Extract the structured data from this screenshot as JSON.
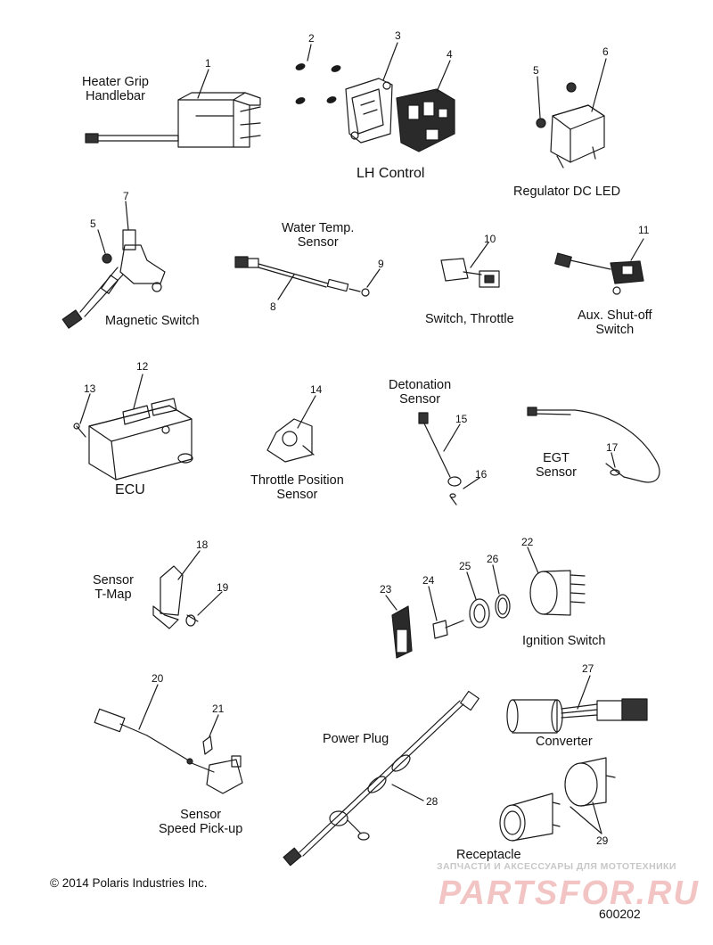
{
  "labels": {
    "heater_grip": "Heater Grip\nHandlebar",
    "lh_control": "LH Control",
    "regulator": "Regulator DC LED",
    "water_temp": "Water Temp.\nSensor",
    "magnetic_switch": "Magnetic Switch",
    "switch_throttle": "Switch, Throttle",
    "aux_shutoff": "Aux. Shut-off\nSwitch",
    "detonation": "Detonation\nSensor",
    "ecu": "ECU",
    "tps": "Throttle Position\nSensor",
    "egt": "EGT\nSensor",
    "tmap": "Sensor\nT-Map",
    "ignition_switch": "Ignition Switch",
    "power_plug": "Power Plug",
    "converter": "Converter",
    "speed_pickup": "Sensor\nSpeed Pick-up",
    "receptacle": "Receptacle"
  },
  "callouts": {
    "n1": "1",
    "n2": "2",
    "n3": "3",
    "n4": "4",
    "n5a": "5",
    "n5b": "5",
    "n6": "6",
    "n7": "7",
    "n8": "8",
    "n9": "9",
    "n10": "10",
    "n11": "11",
    "n12": "12",
    "n13": "13",
    "n14": "14",
    "n15": "15",
    "n16": "16",
    "n17": "17",
    "n18": "18",
    "n19": "19",
    "n20": "20",
    "n21": "21",
    "n22": "22",
    "n23": "23",
    "n24": "24",
    "n25": "25",
    "n26": "26",
    "n27": "27",
    "n28": "28",
    "n29": "29"
  },
  "footer": {
    "copyright": "© 2014 Polaris Industries Inc.",
    "ref_number": "600202"
  },
  "watermark": {
    "tagline": "ЗАПЧАСТИ И АКСЕССУАРЫ ДЛЯ МОТОТЕХНИКИ",
    "logo": "PARTSFOR.RU"
  },
  "colors": {
    "line": "#1a1a1a",
    "watermark_red": "#f2c4c4",
    "watermark_grey": "#c7c7c7"
  }
}
